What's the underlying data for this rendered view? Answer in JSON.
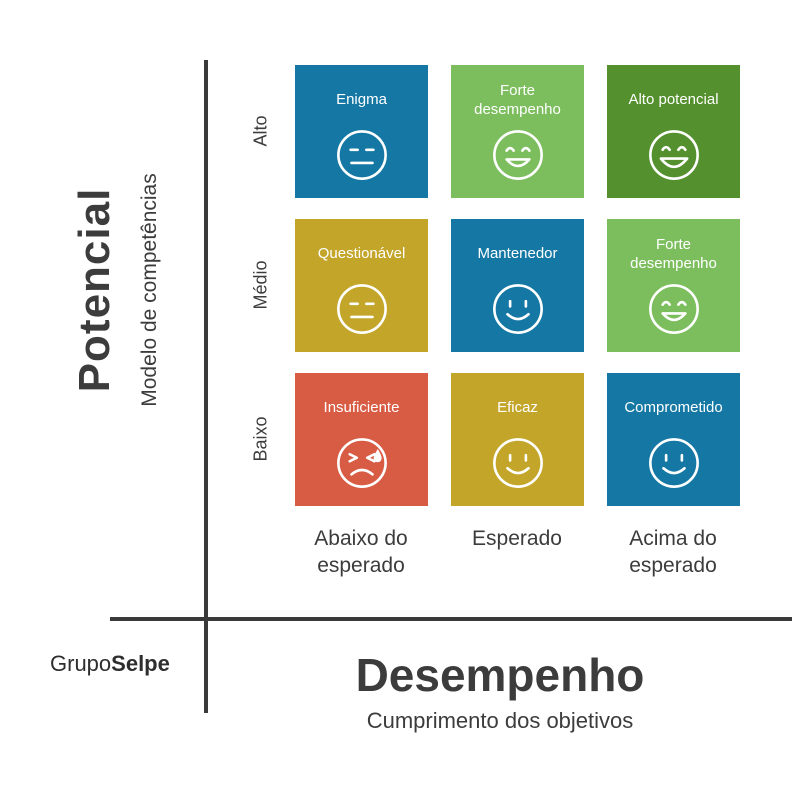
{
  "y_axis": {
    "title": "Potencial",
    "subtitle": "Modelo de competências"
  },
  "x_axis": {
    "title": "Desempenho",
    "subtitle": "Cumprimento dos objetivos"
  },
  "row_labels": [
    "Alto",
    "Médio",
    "Baixo"
  ],
  "col_labels": [
    "Abaixo do esperado",
    "Esperado",
    "Acima do esperado"
  ],
  "logo": {
    "prefix": "Grupo",
    "suffix": "Selpe"
  },
  "colors": {
    "blue": "#1578A4",
    "light_green": "#7CBE5D",
    "dark_green": "#54912E",
    "gold": "#C3A52A",
    "red": "#D85B44",
    "axis": "#3A3A3A"
  },
  "grid": {
    "cells": [
      {
        "label": "Enigma",
        "color": "#1578A4",
        "icon": "neutral-face"
      },
      {
        "label": "Forte desempenho",
        "color": "#7CBE5D",
        "icon": "grin-face"
      },
      {
        "label": "Alto potencial",
        "color": "#54912E",
        "icon": "big-grin-face"
      },
      {
        "label": "Questionável",
        "color": "#C3A52A",
        "icon": "neutral-face"
      },
      {
        "label": "Mantenedor",
        "color": "#1578A4",
        "icon": "smile-face"
      },
      {
        "label": "Forte desempenho",
        "color": "#7CBE5D",
        "icon": "grin-face"
      },
      {
        "label": "Insuficiente",
        "color": "#D85B44",
        "icon": "sad-tear-face"
      },
      {
        "label": "Eficaz",
        "color": "#C3A52A",
        "icon": "smile-face"
      },
      {
        "label": "Comprometido",
        "color": "#1578A4",
        "icon": "smile-face"
      }
    ]
  }
}
